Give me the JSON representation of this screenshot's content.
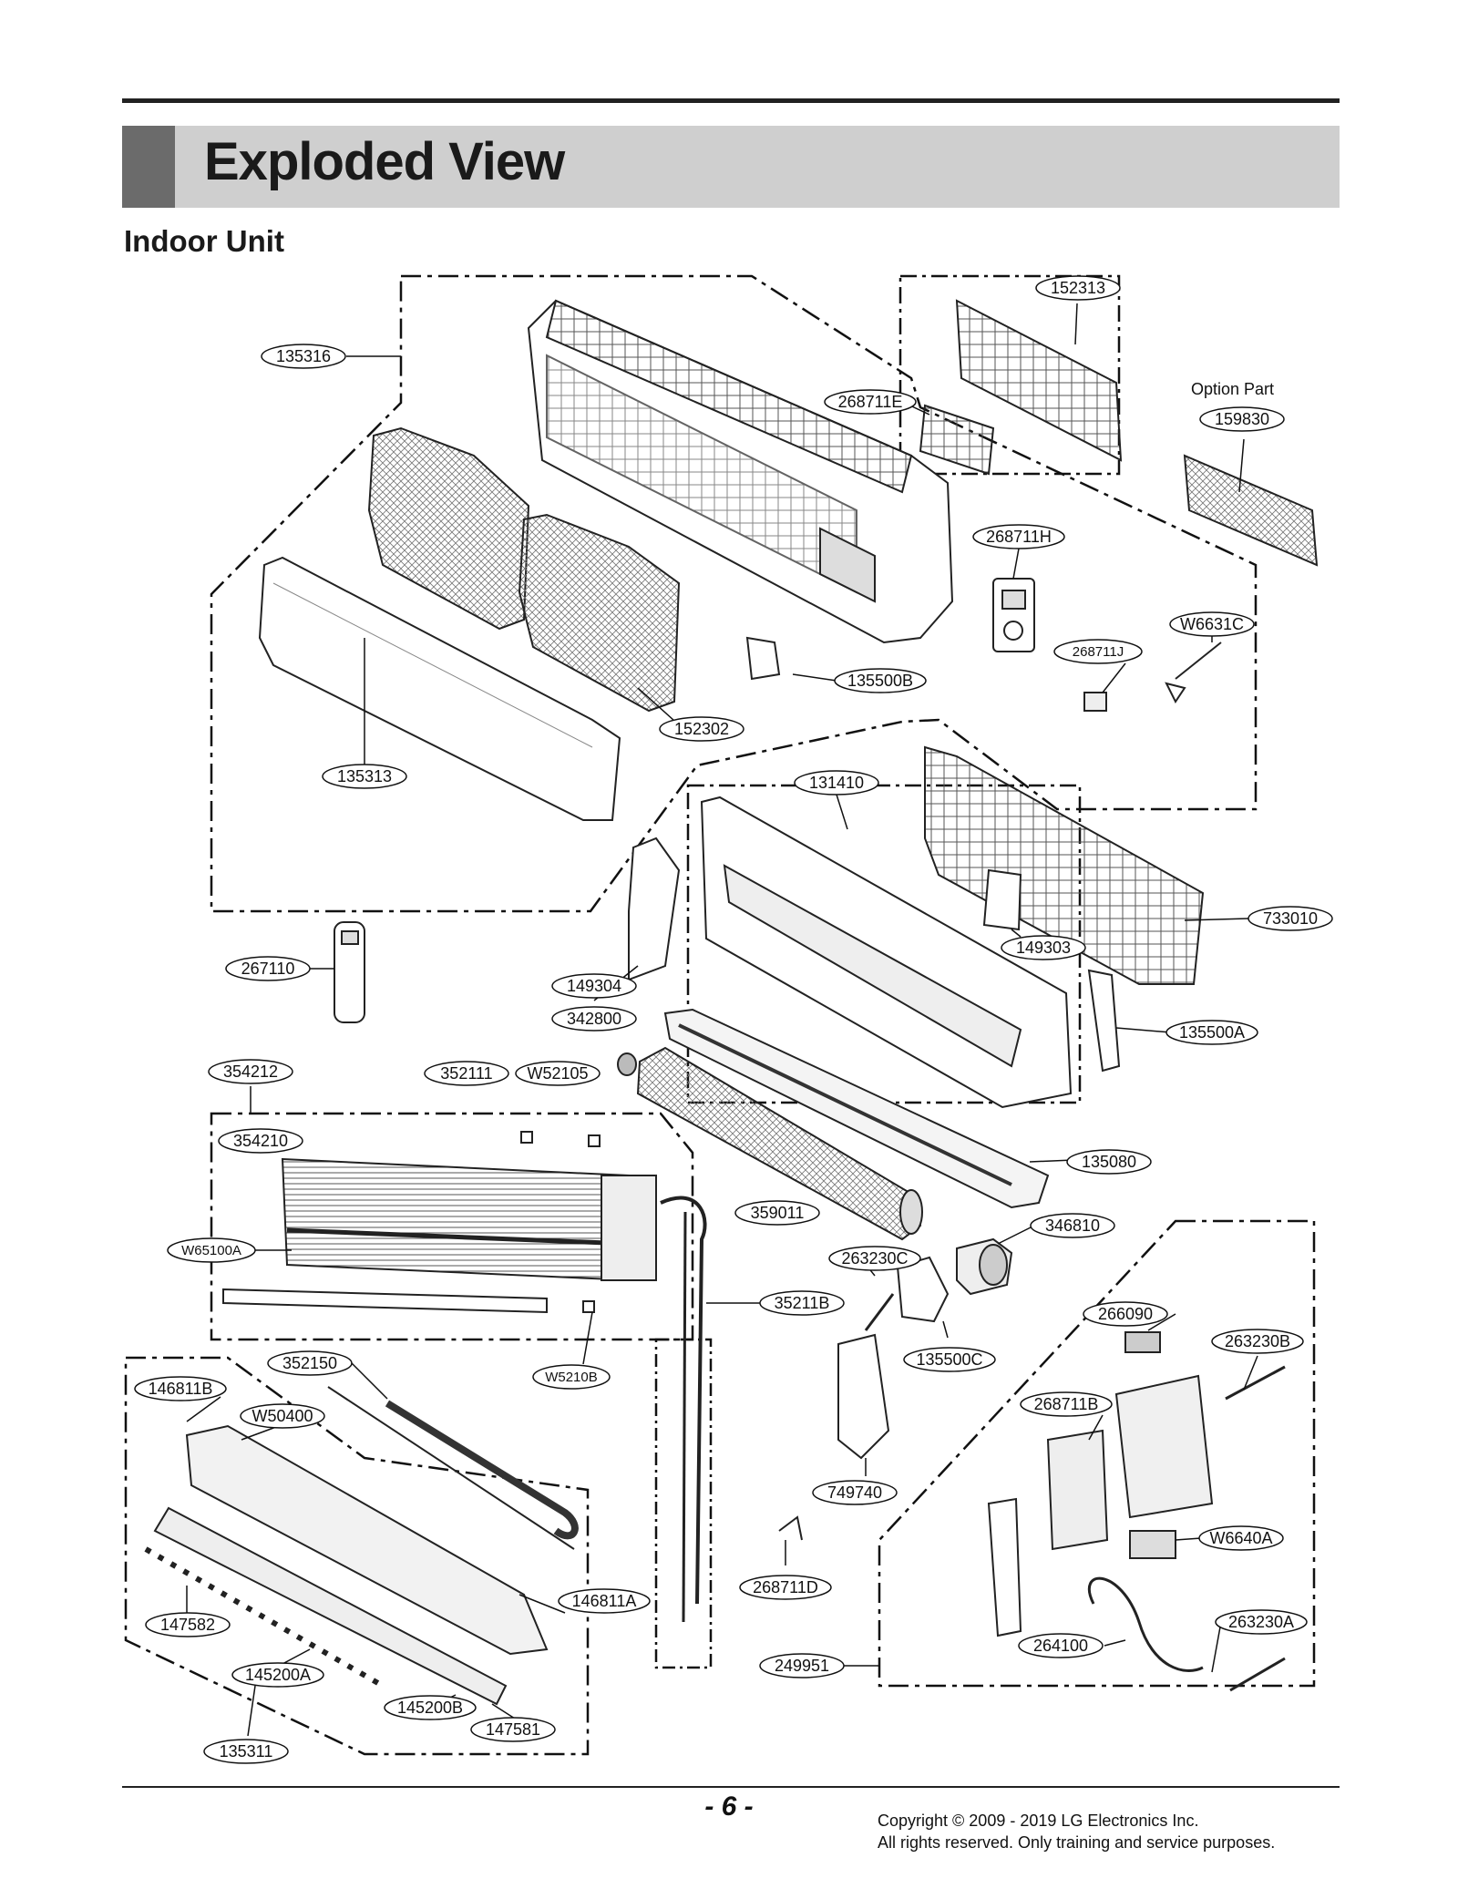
{
  "header": {
    "title": "Exploded View"
  },
  "section": {
    "title": "Indoor Unit"
  },
  "labels": {
    "p152313": "152313",
    "p135316": "135316",
    "option_part": "Option Part",
    "p159830": "159830",
    "p268711E": "268711E",
    "p268711H": "268711H",
    "pW6631C": "W6631C",
    "p268711J": "268711J",
    "p135500B": "135500B",
    "p152302": "152302",
    "p135313": "135313",
    "p131410": "131410",
    "p733010": "733010",
    "p149303": "149303",
    "p267110": "267110",
    "p149304": "149304",
    "p342800": "342800",
    "p135500A": "135500A",
    "p354212": "354212",
    "p352111": "352111",
    "pW52105": "W52105",
    "p354210": "354210",
    "p135080": "135080",
    "p359011": "359011",
    "p346810": "346810",
    "pW65100A": "W65100A",
    "p263230C": "263230C",
    "p35211B": "35211B",
    "p266090": "266090",
    "p263230B": "263230B",
    "p352150": "352150",
    "pW5210B": "W5210B",
    "p135500C": "135500C",
    "p146811B": "146811B",
    "pW50400": "W50400",
    "p268711B": "268711B",
    "p749740": "749740",
    "pW6640A": "W6640A",
    "p268711D": "268711D",
    "p146811A": "146811A",
    "p147582": "147582",
    "p263230A": "263230A",
    "p264100": "264100",
    "p249951": "249951",
    "p145200A": "145200A",
    "p145200B": "145200B",
    "p147581": "147581",
    "p135311": "135311"
  },
  "footer": {
    "page_number": "- 6 -",
    "copyright_line1": "Copyright © 2009 - 2019 LG Electronics Inc.",
    "copyright_line2": "All rights reserved. Only training and service purposes."
  }
}
